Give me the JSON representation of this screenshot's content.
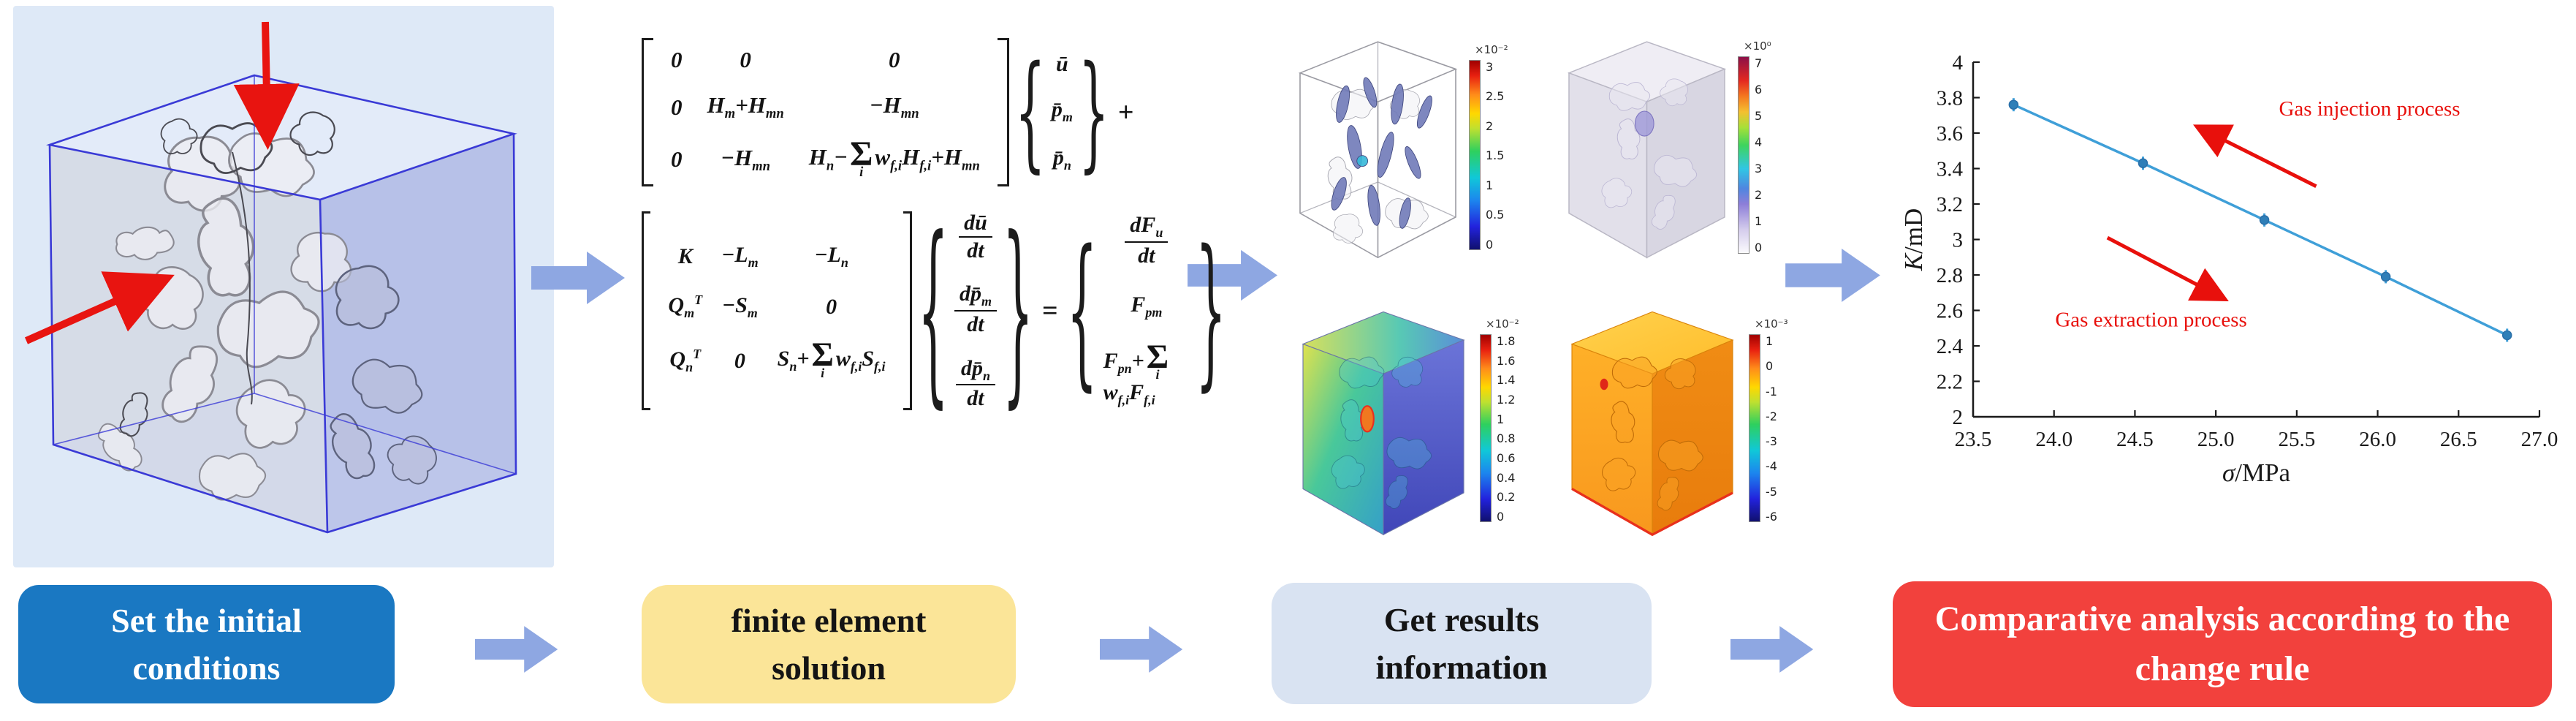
{
  "colors": {
    "flow_arrow": "#8ea7e2",
    "step_blue": "#1a78c2",
    "step_yellow": "#fbe598",
    "step_gray_blue": "#d9e3f2",
    "step_red": "#f2413d",
    "inlet_arrow": "#e81410",
    "model_edge": "#3a3ad6",
    "chart_line": "#3f9fd8",
    "annotation_red": "#e8100c"
  },
  "steps": [
    {
      "label": "Set the initial conditions"
    },
    {
      "label": "finite element solution"
    },
    {
      "label": "Get results information"
    },
    {
      "label": "Comparative analysis according to the change rule"
    }
  ],
  "equations": {
    "eq1": {
      "matrix": [
        [
          "0",
          "0",
          "0"
        ],
        [
          "0",
          "H~m~+H~mn~",
          "−H~mn~"
        ],
        [
          "0",
          "−H~mn~",
          "H~n~−Σ§i§w~f,i~H~f,i~+H~mn~"
        ]
      ],
      "vector": [
        {
          "s": "ū"
        },
        {
          "s": "p̄~m~"
        },
        {
          "s": "p̄~n~"
        }
      ],
      "trailing_op": "+"
    },
    "eq2": {
      "matrix": [
        [
          "K",
          "−L~m~",
          "−L~n~"
        ],
        [
          "Q~m~^T^",
          "−S~m~",
          "0"
        ],
        [
          "Q~n~^T^",
          "0",
          "S~n~+Σ§i§w~f,i~S~f,i~"
        ]
      ],
      "lhs": [
        {
          "frac": [
            "dū",
            "dt"
          ]
        },
        {
          "frac": [
            "dp̄~m~",
            "dt"
          ]
        },
        {
          "frac": [
            "dp̄~n~",
            "dt"
          ]
        }
      ],
      "equals": "=",
      "rhs": [
        {
          "frac": [
            "dF~u~",
            "dt"
          ]
        },
        {
          "s": "F~pm~"
        },
        {
          "s": "F~pn~+Σ§i§w~f,i~F~f,i~"
        }
      ]
    }
  },
  "results": {
    "cells": [
      {
        "name": "wireframe-isosurface-cube",
        "exponent": "×10⁻²",
        "ticks": [
          "3",
          "2.5",
          "2",
          "1.5",
          "1",
          "0.5",
          "0"
        ]
      },
      {
        "name": "pale-solid-cube",
        "exponent": "×10⁰",
        "ticks": [
          "7",
          "6",
          "5",
          "4",
          "3",
          "2",
          "1",
          "0"
        ]
      },
      {
        "name": "cool-field-cube",
        "exponent": "×10⁻²",
        "ticks": [
          "1.8",
          "1.6",
          "1.4",
          "1.2",
          "1",
          "0.8",
          "0.6",
          "0.4",
          "0.2",
          "0"
        ]
      },
      {
        "name": "warm-field-cube",
        "exponent": "×10⁻³",
        "ticks": [
          "1",
          "0",
          "-1",
          "-2",
          "-3",
          "-4",
          "-5",
          "-6"
        ]
      }
    ]
  },
  "chart_data": {
    "type": "line",
    "series": [
      {
        "name": "permeability-vs-stress",
        "x": [
          23.75,
          24.55,
          25.3,
          26.05,
          26.8
        ],
        "y": [
          3.76,
          3.43,
          3.11,
          2.79,
          2.46
        ]
      }
    ],
    "xlabel_sym": "σ",
    "xlabel_rest": "/MPa",
    "ylabel_sym": "K",
    "ylabel_rest": "/mD",
    "xlim": [
      23.5,
      27.0
    ],
    "ylim": [
      2,
      4
    ],
    "xtick_step": 0.5,
    "ytick_step": 0.2,
    "grid": false,
    "legend_position": "none",
    "annotations": [
      {
        "text": "Gas injection process",
        "color": "#e8100c",
        "from": [
          25.62,
          3.3
        ],
        "to": [
          24.92,
          3.62
        ],
        "tx": 25.95,
        "ty": 3.7
      },
      {
        "text": "Gas extraction process",
        "color": "#e8100c",
        "from": [
          24.33,
          3.01
        ],
        "to": [
          25.02,
          2.68
        ],
        "tx": 24.6,
        "ty": 2.51
      }
    ]
  }
}
